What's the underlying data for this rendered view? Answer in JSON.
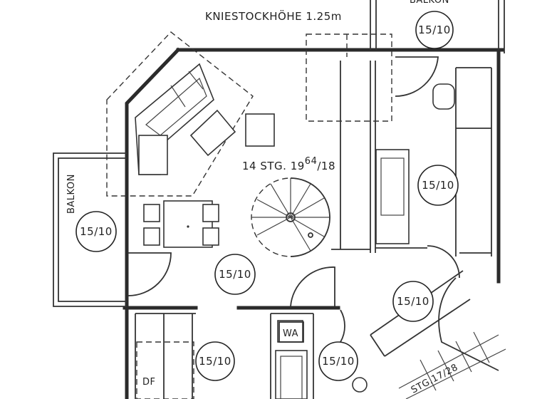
{
  "labels": {
    "kniestock": "KNIESTOCKHÖHE 1.25m",
    "stairs_main": "14 STG. 19",
    "stairs_sup": "64",
    "stairs_tail": "/18",
    "balkon_left": "BALKON",
    "balkon_top": "BALKON",
    "wa": "WA",
    "df": "DF",
    "stairs_bottom": "STG.17/28"
  },
  "rooms": [
    "15/10",
    "15/10",
    "15/10",
    "15/10",
    "15/10",
    "15/10",
    "15/10"
  ]
}
